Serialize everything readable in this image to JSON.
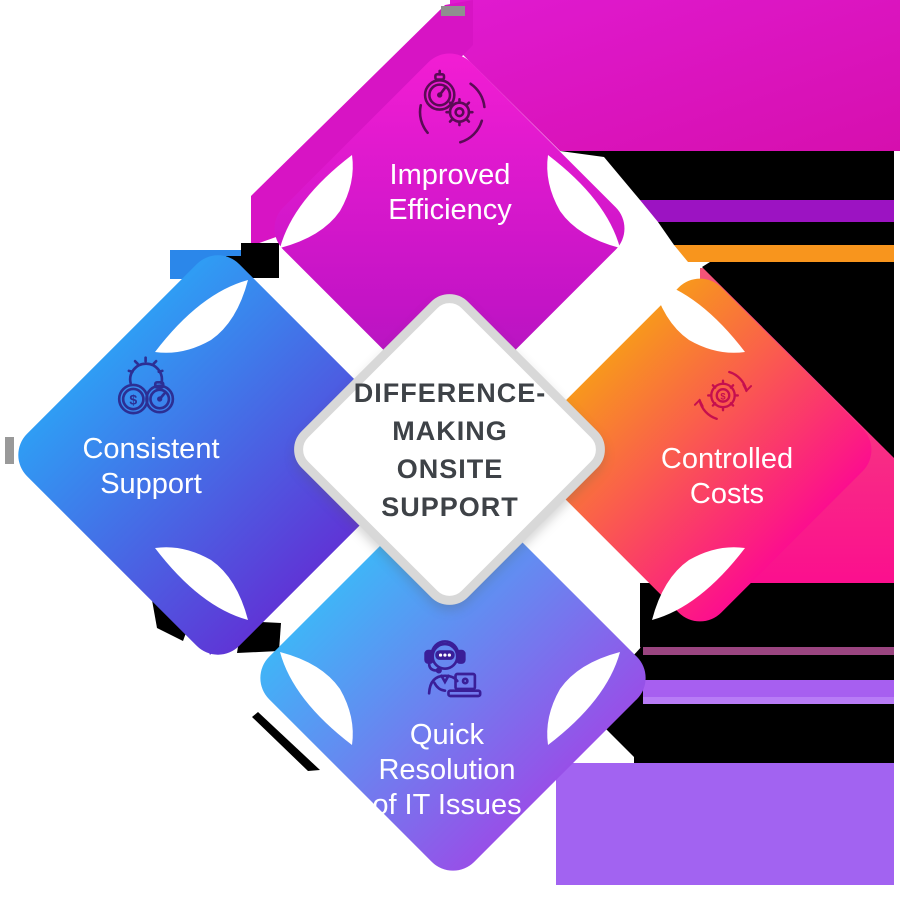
{
  "center": {
    "title_lines": [
      "DIFFERENCE-",
      "MAKING",
      "ONSITE",
      "SUPPORT"
    ]
  },
  "benefits": {
    "top": {
      "lines": [
        "Improved",
        "Efficiency"
      ],
      "icon": "stopwatch-gear-icon",
      "color_start": "#f11dd3",
      "color_end": "#a917bc",
      "icon_stroke": "#5a0b55"
    },
    "left": {
      "lines": [
        "Consistent",
        "Support"
      ],
      "icon": "coin-time-gear-icon",
      "color_start": "#2f9df4",
      "color_end": "#5f35d6",
      "icon_stroke": "#2c2f94"
    },
    "right": {
      "lines": [
        "Controlled",
        "Costs"
      ],
      "icon": "gear-dollar-cycle-icon",
      "color_start": "#f8971d",
      "color_end": "#fc0e8e",
      "icon_stroke": "#c60f4e"
    },
    "bottom": {
      "lines": [
        "Quick",
        "Resolution",
        "of IT Issues"
      ],
      "icon": "support-agent-laptop-icon",
      "color_start": "#40b4f7",
      "color_end": "#9750e8",
      "icon_stroke": "#3a1e98"
    }
  },
  "glitch_colors": {
    "black": "#000000",
    "band_magenta": "#d714c4",
    "stripe_purple": "#9c13c2",
    "stripe_orange": "#f8951d",
    "stripe_mauve": "#9a4580",
    "stripe_purple_light": "#b87cf6",
    "band_purple_bottom": "#a263f1",
    "tail_blue": "#2b87ea",
    "arrow_purple": "#5b2fd0",
    "center_border_gray": "#d8d8d8"
  }
}
